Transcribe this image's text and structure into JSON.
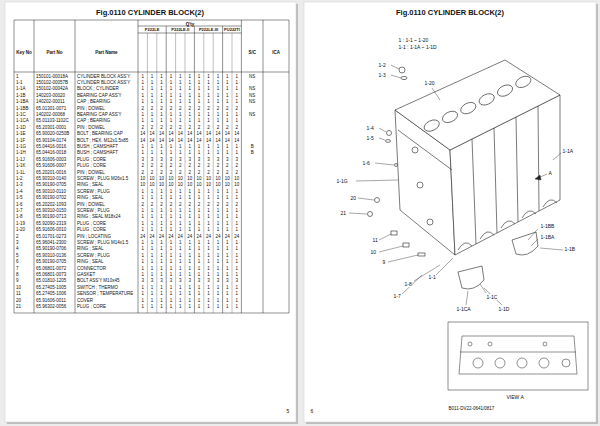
{
  "diagram": {
    "title": "Fig.0110 CYLINDER BLOCK(2)",
    "labels": [
      "Key No",
      "Part No",
      "Part Name",
      "Q'ty",
      "P222LE",
      "P222LE-II",
      "P222LE-III",
      "PU222TI",
      "S/C",
      "ICA",
      "1",
      "150101-00018A",
      "CYLINDER BLOCK ASS'Y",
      "1",
      "1",
      "1",
      "1",
      "1",
      "1",
      "1",
      "1",
      "1",
      "1",
      "1",
      "NS",
      "1-1",
      "150102-00057B",
      "CYLINDER BLOCK ASS'Y",
      "1",
      "1",
      "1",
      "1",
      "1",
      "1",
      "1",
      "1",
      "1",
      "1",
      "1",
      "1-1A",
      "150102-00042A",
      "BLOCK ; CYLINDER",
      "1",
      "1",
      "1",
      "1",
      "1",
      "1",
      "1",
      "1",
      "1",
      "1",
      "1",
      "NS",
      "1-1B",
      "140203-00020",
      "BEARING CAP ASS'Y",
      "1",
      "1",
      "1",
      "1",
      "1",
      "1",
      "1",
      "1",
      "1",
      "1",
      "1",
      "NS",
      "1-1BA",
      "140202-00011",
      "CAP ; BEARING",
      "1",
      "1",
      "1",
      "1",
      "1",
      "1",
      "1",
      "1",
      "1",
      "1",
      "1",
      "NS",
      "1-1BB",
      "65.01301-0071",
      "PIN ; DOWEL",
      "2",
      "2",
      "2",
      "2",
      "2",
      "2",
      "2",
      "2",
      "2",
      "2",
      "2",
      "1-1C",
      "140202-00068",
      "BEARING CAP ASS'Y",
      "1",
      "1",
      "1",
      "1",
      "1",
      "1",
      "1",
      "1",
      "1",
      "1",
      "1",
      "NS",
      "1-1CA",
      "65.01103-1102C",
      "CAP ; BEARING",
      "1",
      "1",
      "1",
      "1",
      "1",
      "1",
      "1",
      "1",
      "1",
      "1",
      "1",
      "1-1D",
      "65.20301-0001",
      "PIN ; DOWEL",
      "2",
      "2",
      "2",
      "2",
      "2",
      "2",
      "2",
      "2",
      "2",
      "2",
      "2",
      "1-1E",
      "65.90020-0250B",
      "BOLT ; BEARING CAP",
      "14",
      "14",
      "14",
      "14",
      "14",
      "14",
      "14",
      "14",
      "14",
      "14",
      "14",
      "1-1F",
      "65.90104-0174",
      "BOLT ; HEX. M12x1.5x85",
      "14",
      "14",
      "14",
      "14",
      "14",
      "14",
      "14",
      "14",
      "14",
      "14",
      "14",
      "1-1G",
      "65.04416-0016",
      "BUSH ; CAMSHAFT",
      "1",
      "1",
      "1",
      "1",
      "1",
      "1",
      "1",
      "1",
      "1",
      "1",
      "1",
      "B",
      "1-1H",
      "65.04416-0018",
      "BUSH ; CAMSHAFT",
      "1",
      "1",
      "1",
      "1",
      "1",
      "1",
      "1",
      "1",
      "1",
      "1",
      "1",
      "B",
      "1-1J",
      "65.91606-0003",
      "PLUG ; CORE",
      "3",
      "3",
      "3",
      "3",
      "3",
      "3",
      "3",
      "3",
      "3",
      "3",
      "3",
      "1-1K",
      "65.91606-0007",
      "PLUG ; CORE",
      "2",
      "2",
      "2",
      "2",
      "2",
      "2",
      "2",
      "2",
      "2",
      "2",
      "2",
      "1-1L",
      "65.20201-0016",
      "PIN ; DOWEL",
      "2",
      "2",
      "2",
      "2",
      "2",
      "2",
      "2",
      "2",
      "2",
      "2",
      "2",
      "1-2",
      "65.90310-0140",
      "SCREW ; PLUG M26x1.5",
      "10",
      "10",
      "10",
      "10",
      "10",
      "10",
      "10",
      "10",
      "10",
      "10",
      "10",
      "1-3",
      "65.90190-0705",
      "RING ; SEAL",
      "10",
      "10",
      "10",
      "10",
      "10",
      "10",
      "10",
      "10",
      "10",
      "10",
      "10",
      "1-4",
      "65.90310-0110",
      "SCREW ; PLUG",
      "1",
      "1",
      "1",
      "1",
      "1",
      "1",
      "1",
      "1",
      "1",
      "1",
      "1",
      "1-5",
      "65.90190-0702",
      "RING ; SEAL",
      "1",
      "1",
      "1",
      "1",
      "1",
      "1",
      "1",
      "1",
      "1",
      "1",
      "1",
      "1-6",
      "65.20202-1093",
      "PIN ; DOWEL",
      "2",
      "2",
      "2",
      "2",
      "2",
      "2",
      "2",
      "2",
      "2",
      "2",
      "2",
      "1-7",
      "65.90310-0150",
      "SCREW ; PLUG",
      "1",
      "1",
      "1",
      "1",
      "1",
      "1",
      "1",
      "1",
      "1",
      "1",
      "1",
      "1-8",
      "65.90190-0713",
      "RING ; SEAL M18x24",
      "1",
      "1",
      "1",
      "1",
      "1",
      "1",
      "1",
      "1",
      "1",
      "1",
      "1",
      "1-19",
      "65.92090-2319",
      "PLUG ; CORE",
      "1",
      "1",
      "1",
      "1",
      "1",
      "1",
      "1",
      "1",
      "1",
      "1",
      "1",
      "1-20",
      "65.91606-0010",
      "PLUG ; CORE",
      "1",
      "1",
      "1",
      "1",
      "1",
      "1",
      "1",
      "1",
      "1",
      "1",
      "1",
      "2",
      "65.01701-0273",
      "PIN ; LOCATING",
      "24",
      "24",
      "24",
      "24",
      "24",
      "24",
      "24",
      "24",
      "24",
      "24",
      "24",
      "3",
      "65.96041-2300",
      "SCREW ; PLUG M14x1.5",
      "1",
      "1",
      "1",
      "1",
      "1",
      "1",
      "1",
      "1",
      "1",
      "1",
      "1",
      "4",
      "65.90190-0706",
      "RING ; SEAL",
      "1",
      "1",
      "1",
      "1",
      "1",
      "1",
      "1",
      "1",
      "1",
      "1",
      "1",
      "5",
      "65.90310-0136",
      "SCREW ; PLUG",
      "1",
      "1",
      "1",
      "1",
      "1",
      "1",
      "1",
      "1",
      "1",
      "1",
      "1",
      "6",
      "65.90190-0705",
      "RING ; SEAL",
      "1",
      "1",
      "1",
      "1",
      "1",
      "1",
      "1",
      "1",
      "1",
      "1",
      "1",
      "7",
      "65.06801-0072",
      "CONNECTOR",
      "1",
      "1",
      "1",
      "1",
      "1",
      "1",
      "1",
      "1",
      "1",
      "1",
      "1",
      "8",
      "65.06801-0073",
      "GASKET",
      "1",
      "1",
      "1",
      "1",
      "1",
      "1",
      "1",
      "1",
      "1",
      "1",
      "1",
      "9",
      "65.01810-1205",
      "BOLT ASS'Y M10x45",
      "3",
      "3",
      "3",
      "3",
      "3",
      "3",
      "3",
      "3",
      "3",
      "3",
      "3",
      "10",
      "65.27405-1005",
      "SWITCH ; THERMO",
      "1",
      "1",
      "1",
      "1",
      "1",
      "1",
      "1",
      "1",
      "1",
      "1",
      "1",
      "11",
      "65.27405-1006",
      "SENSOR ; TEMPERATURE",
      "1",
      "1",
      "1",
      "1",
      "1",
      "1",
      "1",
      "1",
      "1",
      "1",
      "1",
      "20",
      "65.91606-0011",
      "COVER",
      "1",
      "1",
      "1",
      "1",
      "1",
      "1",
      "1",
      "1",
      "1",
      "1",
      "1",
      "21",
      "65.96302-0056",
      "PLUG ; CORE",
      "1",
      "1",
      "1",
      "1",
      "1",
      "1",
      "1",
      "1",
      "1",
      "1",
      "1",
      "Fig.0110 CYLINDER BLOCK(2)",
      "1 : 1-1 ~ 1-20",
      "1-1 : 1-1A ~ 1-1D",
      "1-2",
      "1-3",
      "1-20",
      "1-4",
      "1-5",
      "1-6",
      "20",
      "21",
      "11",
      "10",
      "9",
      "A",
      "1-1",
      "1-1A",
      "1-1BB",
      "1-1BA",
      "1-1B",
      "1-1G",
      "1-1C",
      "1-1CA",
      "1-1D",
      "1-8",
      "1-7",
      "VIEW A",
      "B011-DV22-0641/0817",
      "5",
      "6"
    ]
  }
}
